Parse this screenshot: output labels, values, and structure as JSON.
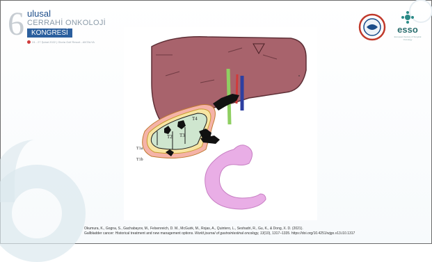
{
  "header": {
    "logo": {
      "number": "6",
      "line1": "ulusal",
      "line2": "CERRAHİ ONKOLOJİ",
      "line3": "KONGRESİ",
      "line4": "24 - 27 Şubat 2022 | Gloria Golf Resort - ANTALYA"
    },
    "right_logos": {
      "seal_name": "seal-logo",
      "esso_label": "esso",
      "esso_sub": "European Society of Surgical Oncology"
    }
  },
  "figure": {
    "labels": [
      "T1a",
      "T1b",
      "T2",
      "T3",
      "T4"
    ]
  },
  "citation": {
    "authors": "Okumura, K., Gogna, S., Gachabayov, M., Felsenreich, D. M., McGuirk, M., Rojas, A., Quintero, L., Seshadri, R., Gu, K., & Dong, X. D. (2021).",
    "line2_prefix": "Gallbladder cancer: Historical treatment and new management options. ",
    "journal": "World journal of gastrointestinal oncology, 13",
    "line2_suffix": "(10), 1317–1335. https://doi.org/10.4251/wjgo.v13.i10.1317"
  },
  "colors": {
    "liver": "#a8636c",
    "gallbladder": "#cfe6cf",
    "duodenum": "#e9aee6",
    "brand_blue": "#2b5f9e"
  }
}
